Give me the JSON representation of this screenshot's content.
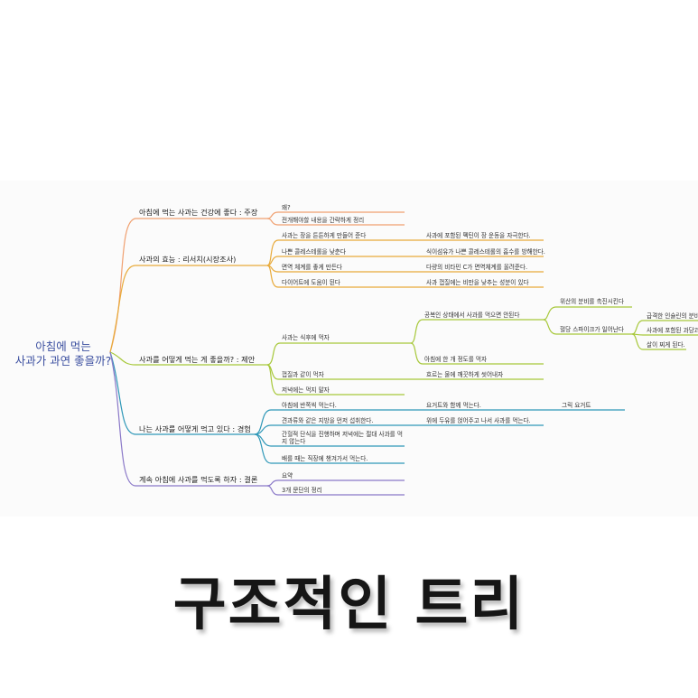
{
  "root": {
    "line1": "아침에 먹는",
    "line2": "사과가 과연 좋을까?"
  },
  "branches": {
    "claim": {
      "title": "아침에 먹는 사과는 건강에 좋다 : 주장",
      "items": [
        "왜?",
        "전개해야할 내용을 간략하게 정리"
      ]
    },
    "research": {
      "title": "사과의 효능 : 리서치(시장조사)",
      "items": [
        {
          "text": "사과는 장을 튼튼하게 만들어 준다",
          "detail": "사과에 포함된 펙틴이 장 운동을 자극한다."
        },
        {
          "text": "나쁜 콜레스테롤을 낮춘다",
          "detail": "식이섬유가 나쁜 콜레스테롤의 흡수를 방해한다."
        },
        {
          "text": "면역 체계를 좋게 만든다",
          "detail": "다량의 비타민 C가 면역체계를 올려준다."
        },
        {
          "text": "다이어트에 도움이 된다",
          "detail": "사과 껍질에는 비만을 낮추는 성분이 있다"
        }
      ]
    },
    "suggestion": {
      "title": "사과를 어떻게 먹는 게 좋을까? : 제안",
      "after_meal": "사과는 식후에 먹자",
      "empty_stomach": "공복인 상태에서 사과를 먹으면 안된다",
      "stomach_acid": "위산의 분비를 촉진시킨다",
      "blood_sugar": "혈당 스파이크가 일어난다",
      "spike_children": [
        "급격한 인슐린의 분비",
        "사과에 포함된 과당과",
        "살이 찌게 된다."
      ],
      "one_morning": "아침에 한 개 정도를 먹자",
      "with_peel": "껍질과 같이 먹자",
      "peel_detail": "흐르는 물에 깨끗하게 씻어내자",
      "not_evening": "저녁에는 먹지 말자"
    },
    "experience": {
      "title": "나는 사과를 어떻게 먹고 있다 : 경험",
      "items": [
        {
          "text": "아침에 반쪽씩 먹는다.",
          "detail": "요거트와 함께 먹는다.",
          "extra": "그릭 요거트"
        },
        {
          "text": "견과류와 같은 지방을 먼저 섭취한다.",
          "detail": "위에 두유를 얹어주고 나서 사과를 먹는다."
        },
        {
          "text": "간헐적 단식을 진행하며 저녁에는 절대 사과를 먹지 않는다"
        },
        {
          "text": "배를 때는 직장에 챙겨가서 먹는다."
        }
      ]
    },
    "conclusion": {
      "title": "계속 아침에 사과를 먹도록 하자 : 결론",
      "items": [
        "요약",
        "3개 문단의 정리"
      ]
    }
  },
  "colors": {
    "claim": "#f0a070",
    "research": "#e8aa3a",
    "suggestion": "#a7c83a",
    "experience": "#2f98b8",
    "conclusion": "#8a78c8",
    "root_text": "#3b4fa0"
  },
  "caption": "구조적인 트리"
}
